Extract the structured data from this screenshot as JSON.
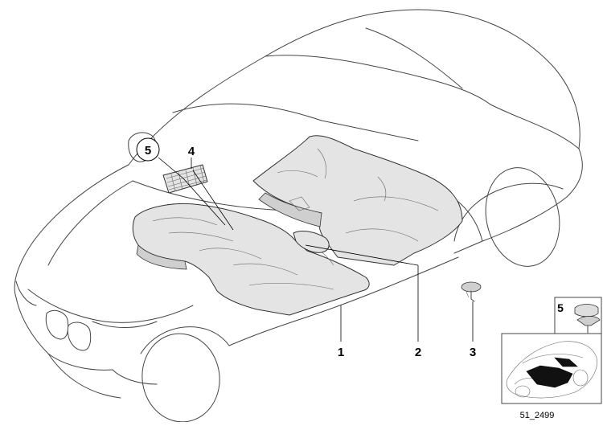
{
  "diagram": {
    "callouts": {
      "c1": "1",
      "c2": "2",
      "c3": "3",
      "c4": "4",
      "c5_circled": "5",
      "c5_inset": "5"
    },
    "drawing_id": "51_2499"
  }
}
